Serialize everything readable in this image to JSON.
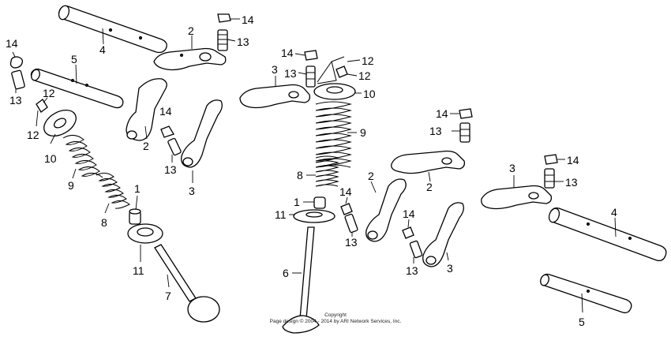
{
  "diagram": {
    "labels": {
      "shaft_4_top": "4",
      "rocker_2_top": "2",
      "nut_14_top": "14",
      "screw_13_top": "13",
      "nut_14_left": "14",
      "screw_13_left": "13",
      "shaft_5_left": "5",
      "retainer_12_left_a": "12",
      "retainer_12_left_b": "12",
      "spring_seat_10_left": "10",
      "spring_9_left": "9",
      "spring_8_left": "8",
      "seal_1_left": "1",
      "seat_11_left": "11",
      "valve_7": "7",
      "rocker_2_left_mid": "2",
      "nut_14_mid_left": "14",
      "screw_13_mid_left": "13",
      "rocker_3_mid_left": "3",
      "nut_14_center": "14",
      "screw_13_center": "13",
      "rocker_3_center": "3",
      "retainer_12_center_a": "12",
      "retainer_12_center_b": "12",
      "spring_seat_10_center": "10",
      "spring_9_center": "9",
      "spring_8_center": "8",
      "seal_1_center": "1",
      "seat_11_center": "11",
      "valve_6": "6",
      "nut_14_right_top": "14",
      "screw_13_right_top": "13",
      "rocker_2_right": "2",
      "rocker_2_center_low": "2",
      "nut_14_center_low": "14",
      "screw_13_center_low": "13",
      "nut_14_right_low": "14",
      "screw_13_right_low": "13",
      "rocker_3_right_low": "3",
      "rocker_3_far_right": "3",
      "nut_14_far_right": "14",
      "screw_13_far_right": "13",
      "shaft_4_right": "4",
      "shaft_5_right": "5"
    },
    "copyright": {
      "line1": "Copyright",
      "line2": "Page design © 2004 - 2014 by ARI Network Services, Inc."
    }
  }
}
